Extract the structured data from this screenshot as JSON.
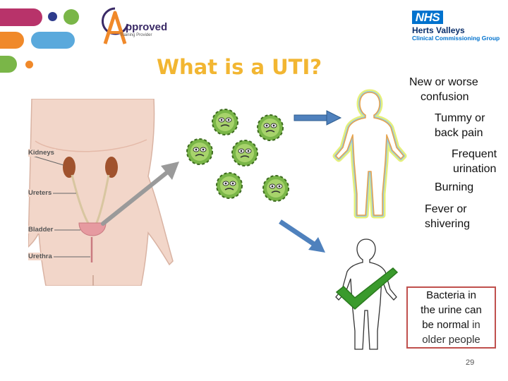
{
  "title": "What is a UTI?",
  "logo": {
    "name": "pproved",
    "tagline": "Training Provider"
  },
  "nhs": {
    "badge": "NHS",
    "org": "Herts Valleys",
    "ccg": "Clinical Commissioning Group"
  },
  "anatomy_labels": [
    "Kidneys",
    "Ureters",
    "Bladder",
    "Urethra"
  ],
  "symptoms": [
    {
      "line1": "New or worse",
      "line2": "confusion"
    },
    {
      "line1": "Tummy or",
      "line2": "back pain"
    },
    {
      "line1": "Frequent",
      "line2": "urination"
    },
    {
      "line1": "Burning",
      "line2": ""
    },
    {
      "line1": "Fever or",
      "line2": "shivering"
    }
  ],
  "callout": {
    "line1": "Bacteria in",
    "line2": "the urine can",
    "line3_strong": "be normal",
    "line3_rest": " in",
    "line4": "older people"
  },
  "page_number": "29",
  "colors": {
    "title": "#f2b632",
    "callout_border": "#c0504d",
    "nhs_blue": "#0072ce",
    "bacteria_green": "#7ab648",
    "check_green": "#3a9a2c",
    "arrow_blue": "#4f81bd"
  }
}
